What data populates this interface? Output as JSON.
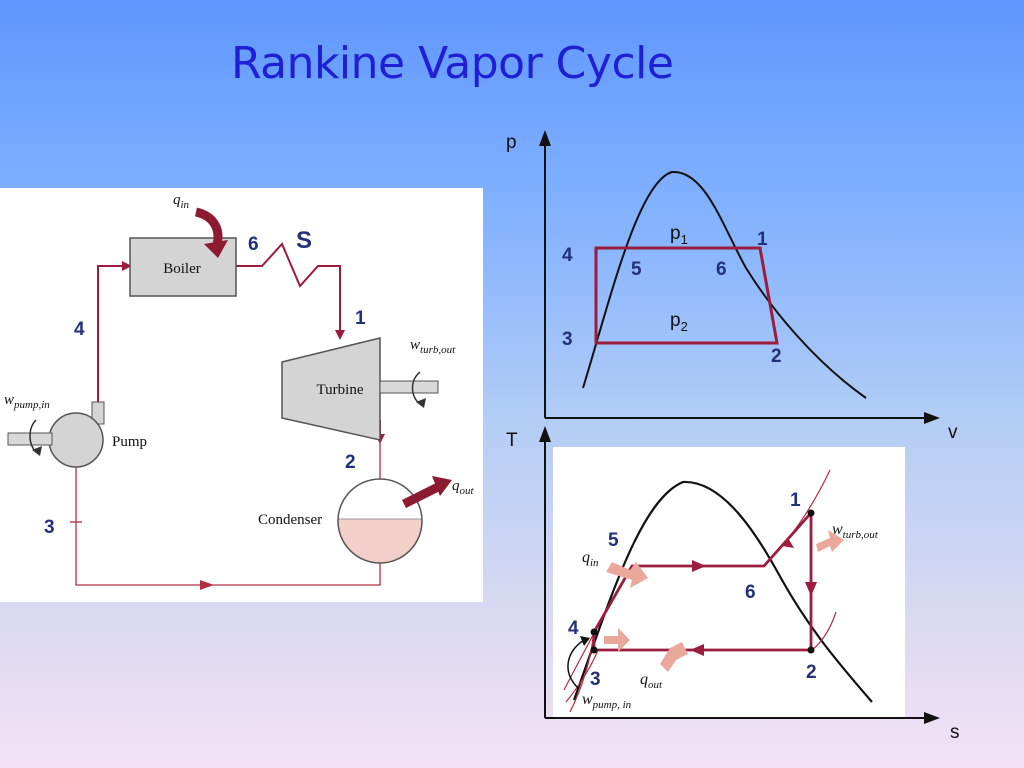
{
  "title": "Rankine Vapor Cycle",
  "colors": {
    "cycle": "#9b1c3c",
    "arrow_fill": "#8c1a30",
    "state_label": "#23307a",
    "condensate": "#f2cfc8",
    "flow_arrow_light": "#e9a89b"
  },
  "schematic": {
    "boiler": "Boiler",
    "turbine": "Turbine",
    "pump": "Pump",
    "condenser": "Condenser",
    "q_in": {
      "base": "q",
      "sub": "in"
    },
    "q_out": {
      "base": "q",
      "sub": "out"
    },
    "w_turb_out": {
      "base": "w",
      "sub": "turb,out"
    },
    "w_pump_in": {
      "base": "w",
      "sub": "pump,in"
    },
    "superheater_label": "S",
    "states": {
      "s1": "1",
      "s2": "2",
      "s3": "3",
      "s4": "4",
      "s6": "6"
    }
  },
  "pv": {
    "y_axis": "p",
    "x_axis": "v",
    "p1": {
      "base": "p",
      "sub": "1"
    },
    "p2": {
      "base": "p",
      "sub": "2"
    },
    "states": {
      "s1": "1",
      "s2": "2",
      "s3": "3",
      "s4": "4",
      "s5": "5",
      "s6": "6"
    }
  },
  "ts": {
    "y_axis": "T",
    "x_axis": "s",
    "q_in": {
      "base": "q",
      "sub": "in"
    },
    "q_out": {
      "base": "q",
      "sub": "out"
    },
    "w_turb_out": {
      "base": "w",
      "sub": "turb,out"
    },
    "w_pump_in": {
      "base": "w",
      "sub": "pump, in"
    },
    "states": {
      "s1": "1",
      "s2": "2",
      "s3": "3",
      "s4": "4",
      "s5": "5",
      "s6": "6"
    }
  }
}
